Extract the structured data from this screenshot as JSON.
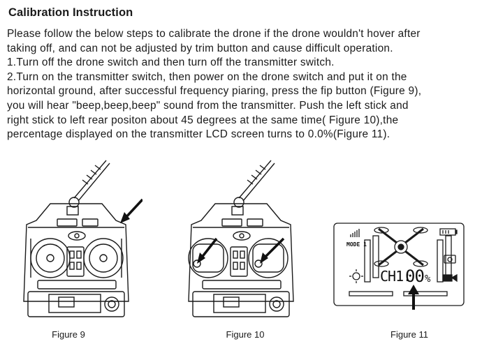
{
  "document": {
    "heading": "Calibration Instruction",
    "lines": [
      "Please follow the below steps to calibrate the drone if the drone wouldn't hover after",
      "taking off, and can not be adjusted by trim button and cause difficult operation.",
      "1.Turn off the drone switch and then turn off the transmitter switch.",
      "2.Turn on the transmitter switch, then power on the drone switch and put it on the",
      "horizontal ground, after successful frequency piaring, press the fip button (Figure 9),",
      "you will hear \"beep,beep,beep\" sound from the transmitter. Push the left stick and",
      "right stick to left rear positon about 45 degrees at the same time( Figure 10),the",
      "percentage displayed on the transmitter LCD screen turns to 0.0%(Figure 11)."
    ]
  },
  "figures": [
    {
      "caption": "Figure 9"
    },
    {
      "caption": "Figure  10"
    },
    {
      "caption": "Figure 11",
      "lcd": {
        "mode": "MODE 1",
        "channel": "CH1:",
        "percent": "00",
        "percent_sign": "%"
      }
    }
  ],
  "colors": {
    "line": "#1a1a1a",
    "paper": "#ffffff",
    "arrow": "#111111"
  }
}
